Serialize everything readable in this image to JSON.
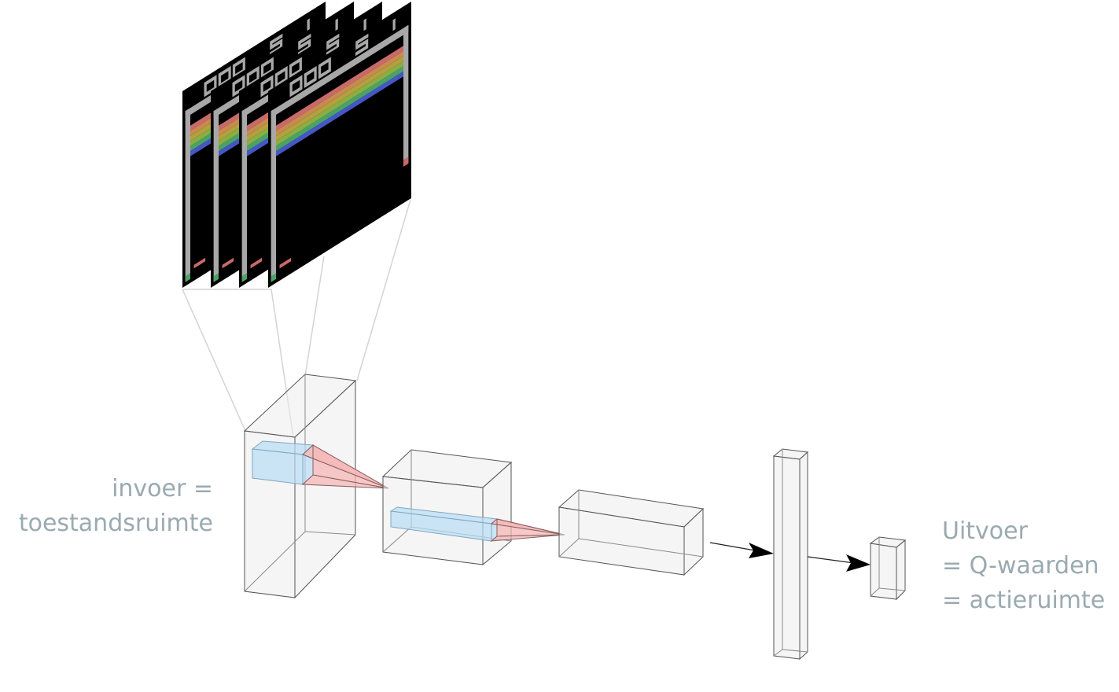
{
  "diagram": {
    "type": "dqn-architecture",
    "input_label_lines": [
      "invoer =",
      "toestandsruimte"
    ],
    "output_label_lines": [
      "Uitvoer",
      "= Q-waarden",
      "= actieruimte"
    ],
    "frames": {
      "count": 4,
      "score_text": "000",
      "level_text": "5",
      "lives_text": "1"
    },
    "icon": "atari-breakout-frame",
    "colors": {
      "label": "#9aaab0",
      "box_fill": "#ececec",
      "box_stroke": "#555555",
      "kernel_fill": "#b8dcf5",
      "receptive_field_fill": "#f4b6b6",
      "frame_bg": "#000000",
      "frame_wall": "#a8a8a8",
      "brick_rows": [
        "#c96a6a",
        "#c88a4e",
        "#b3a03f",
        "#8aae43",
        "#4aa267",
        "#4656c4"
      ]
    }
  }
}
